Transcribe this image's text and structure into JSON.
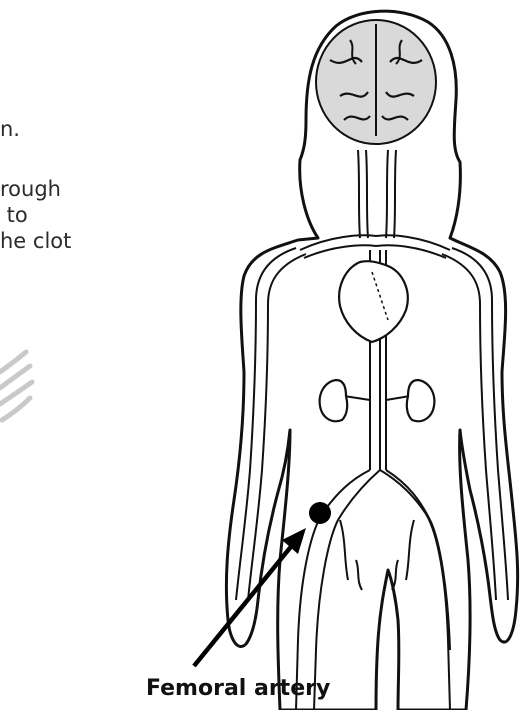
{
  "text_fragments": [
    "n.",
    "rough",
    " to",
    "he clot"
  ],
  "label": "Femoral artery"
}
